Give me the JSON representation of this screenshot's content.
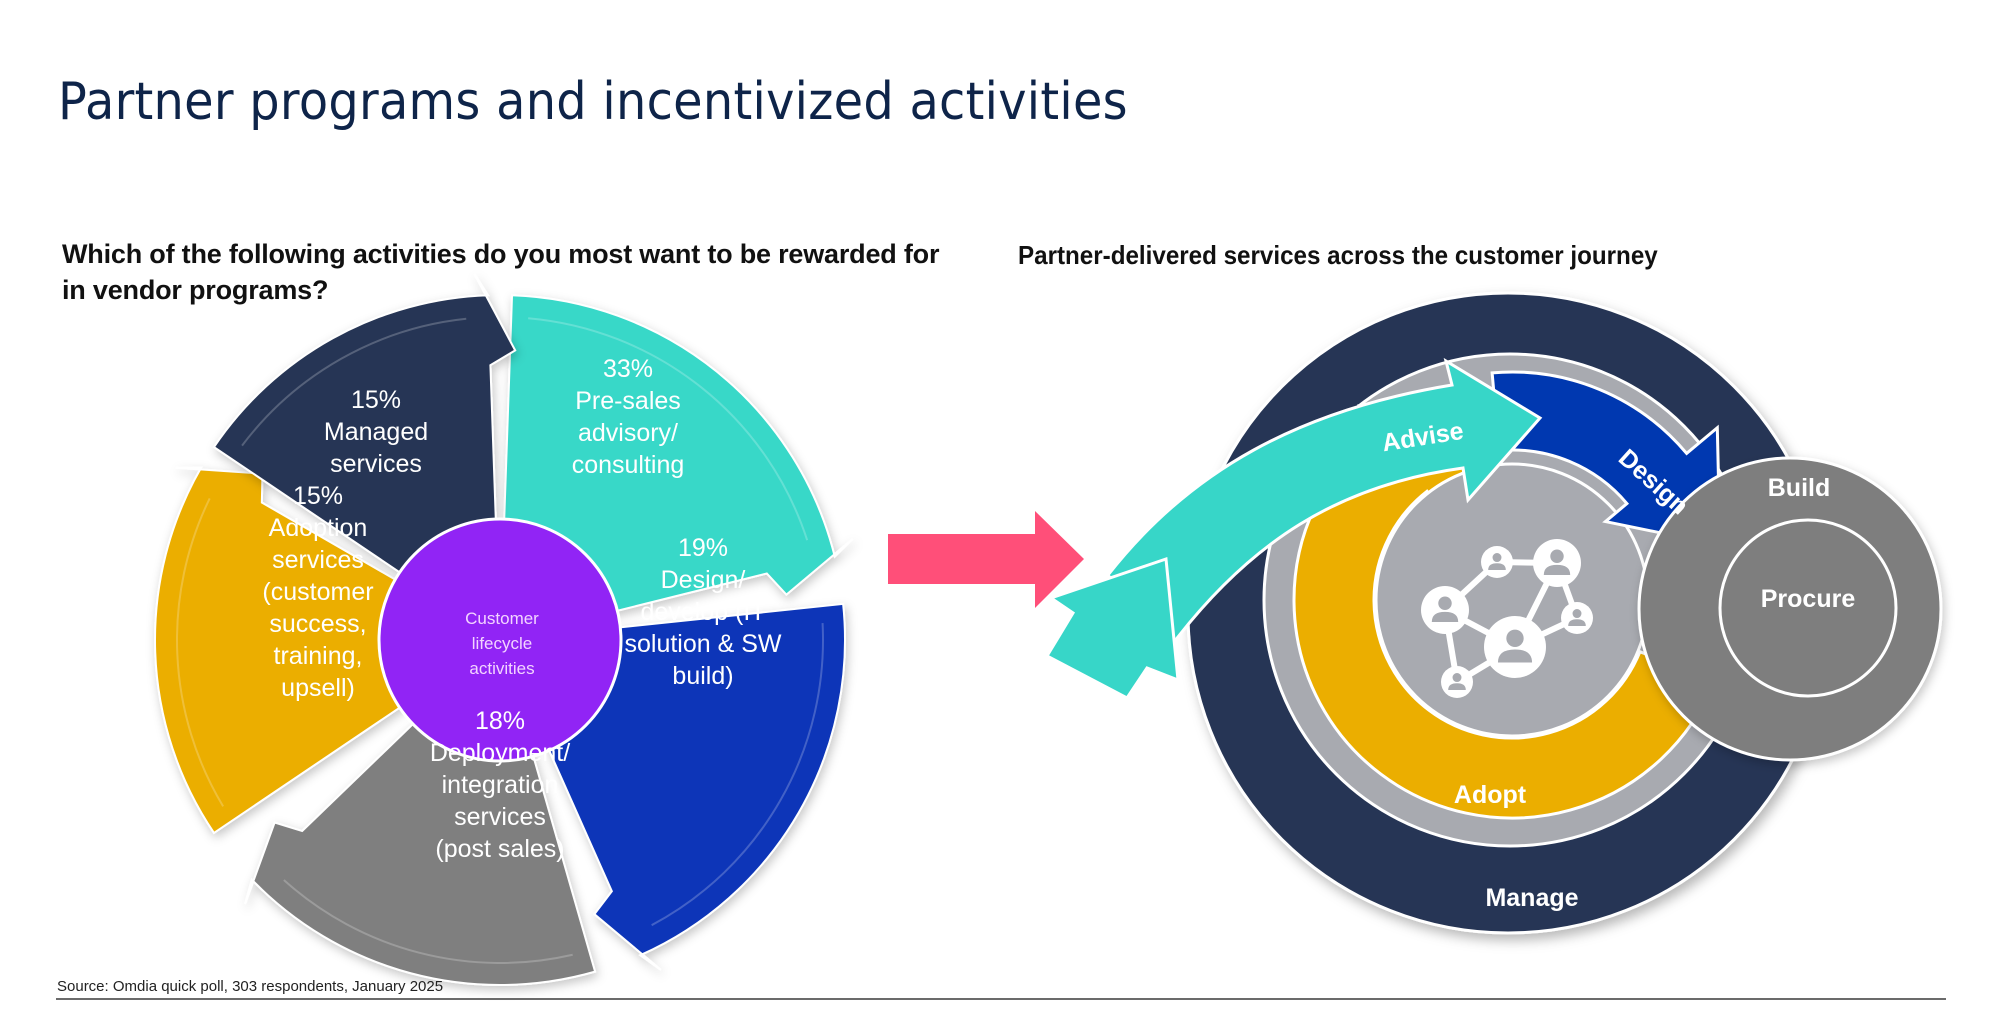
{
  "title": "Partner programs and incentivized activities",
  "left_panel": {
    "question": "Which of the following activities do you most want to be rewarded for in vendor programs?",
    "center_label": [
      "Customer",
      "lifecycle",
      "activities"
    ],
    "segments": [
      {
        "id": "presales",
        "percent": 33,
        "lines": [
          "33%",
          "Pre-sales",
          "advisory/",
          "consulting"
        ],
        "color": "#39d8c8"
      },
      {
        "id": "design",
        "percent": 19,
        "lines": [
          "19%",
          "Design/",
          "develop (IT",
          "solution & SW",
          "build)"
        ],
        "color": "#0a36b8"
      },
      {
        "id": "deployment",
        "percent": 18,
        "lines": [
          "18%",
          "Deployment/",
          "integration",
          "services",
          "(post sales)"
        ],
        "color": "#7f7f7f"
      },
      {
        "id": "adoption",
        "percent": 15,
        "lines": [
          "15%",
          "Adoption",
          "services",
          "(customer",
          "success,",
          "training,",
          "upsell)"
        ],
        "color": "#ebae00"
      },
      {
        "id": "managed",
        "percent": 15,
        "lines": [
          "15%",
          "Managed",
          "services"
        ],
        "color": "#283654"
      }
    ],
    "center_color": "#9124f5"
  },
  "connector_arrow_color": "#ff4f79",
  "right_panel": {
    "heading": "Partner-delivered services across the customer journey",
    "stages": {
      "advise": "Advise",
      "design": "Design",
      "build": "Build",
      "procure": "Procure",
      "adopt": "Adopt",
      "manage": "Manage"
    },
    "colors": {
      "manage": "#283654",
      "ring": "#a8aab0",
      "adopt": "#ebae00",
      "advise": "#37d6c8",
      "design": "#0038b0",
      "build": "#7e7e7e"
    }
  },
  "source": "Source: Omdia quick poll, 303 respondents, January 2025"
}
